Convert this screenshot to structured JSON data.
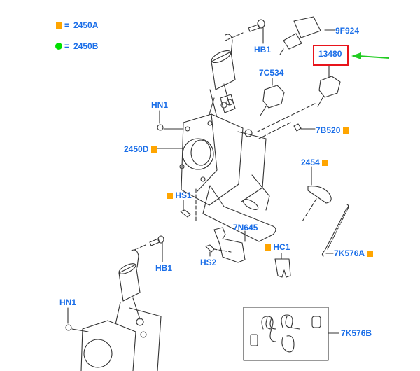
{
  "legend": [
    {
      "symbol": "orange-square",
      "equals": "=",
      "code": "2450A"
    },
    {
      "symbol": "green-dot",
      "equals": "=",
      "code": "2450B"
    }
  ],
  "colors": {
    "label": "#1a6ee8",
    "orange_marker": "#ffa500",
    "green_marker": "#00e000",
    "highlight_box": "#e8141b",
    "arrow": "#22cc22",
    "line": "#333333"
  },
  "callouts": {
    "hb1_top": "HB1",
    "p9f924": "9F924",
    "p13480": "13480",
    "p7c534": "7C534",
    "hn1_top": "HN1",
    "p2450d": "2450D",
    "p7b520": "7B520",
    "p2454": "2454",
    "hs1": "HS1",
    "p7n645": "7N645",
    "hc1": "HC1",
    "hs2": "HS2",
    "hb1_bottom": "HB1",
    "p7k576a": "7K576A",
    "hn1_bottom": "HN1",
    "p7k576b": "7K576B"
  },
  "highlighted_part": "13480"
}
